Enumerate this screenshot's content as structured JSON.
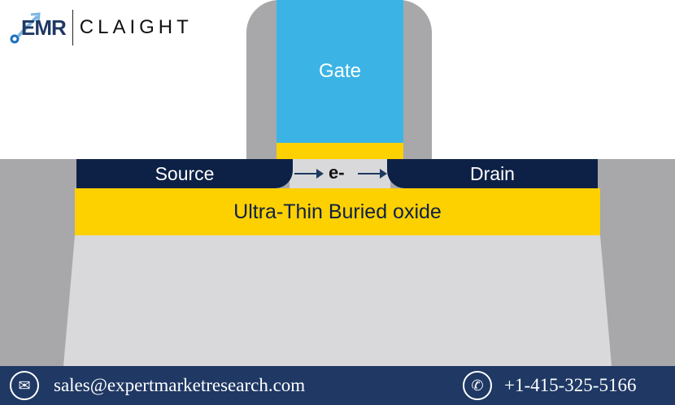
{
  "logo": {
    "emr": "EMR",
    "claight": "CLAIGHT"
  },
  "diagram": {
    "gate": "Gate",
    "source": "Source",
    "drain": "Drain",
    "electron": "e-",
    "buried_oxide": "Ultra-Thin Buried oxide"
  },
  "footer": {
    "email": "sales@expertmarketresearch.com",
    "phone": "+1-415-325-5166",
    "email_icon": "envelope-icon",
    "phone_icon": "phone-icon"
  },
  "colors": {
    "gate": "#3bb4e5",
    "oxide": "#fdd000",
    "source_drain": "#0d2146",
    "footer": "#1f3864"
  }
}
